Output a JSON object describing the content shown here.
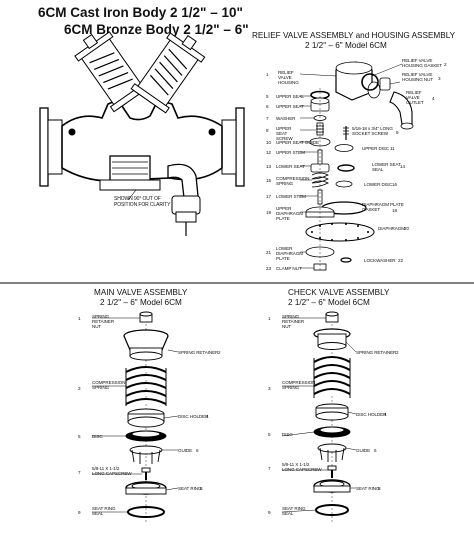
{
  "header": {
    "title_line1": "6CM Cast Iron Body  2 1/2\" – 10\"",
    "title_line2": "6CM Bronze Body  2 1/2\" – 6\""
  },
  "main_diagram": {
    "note": "SHOWN 90° OUT OF POSITION FOR CLARITY"
  },
  "relief_section": {
    "title": "RELIEF VALVE ASSEMBLY and HOUSING ASSEMBLY",
    "subtitle": "2 1/2\" – 6\" Model 6CM",
    "labels": {
      "relief_housing": "RELIEF VALVE HOUSING",
      "housing_gasket": "RELIEF VALVE HOUSING GASKET",
      "housing_nut": "RELIEF VALVE HOUSING NUT",
      "outlet": "RELIEF VALVE OUTLET",
      "upper_seal": "UPPER SEAL",
      "upper_seat": "UPPER SEAT",
      "washer": "WASHER",
      "upper_seat_screw": "UPPER SEAT SCREW",
      "socket_screw": "5/16-18 x 3/4\" LONG SOCKET SCREW",
      "upper_seat_guide": "UPPER SEAT GUIDE",
      "upper_disc": "UPPER DISC",
      "upper_stem": "UPPER STEM",
      "lower_seat": "LOWER SEAT",
      "lower_seat_seal": "LOWER SEAT SEAL",
      "compression_spring": "COMPRESSION SPRING",
      "lower_disc": "LOWER DISC",
      "lower_stem": "LOWER STEM",
      "diaphragm_plate_gasket": "DIAPHRAGM PLATE GASKET",
      "upper_diaphragm_plate": "UPPER DIAPHRAGM PLATE",
      "diaphragm": "DIAPHRAGM",
      "lower_diaphragm_plate": "LOWER DIAPHRAGM PLATE",
      "lockwasher": "LOCKWASHER",
      "clamp_nut": "CLAMP NUT"
    },
    "numbers": {
      "n1": "1",
      "n2": "2",
      "n3": "3",
      "n4": "4",
      "n5": "5",
      "n6": "6",
      "n7": "7",
      "n8": "8",
      "n9": "9",
      "n10": "10",
      "n11": "11",
      "n12": "12",
      "n13": "13",
      "n14": "14",
      "n15": "15",
      "n16": "16",
      "n17": "17",
      "n18": "18",
      "n19": "19",
      "n20": "20",
      "n21": "21",
      "n22": "22",
      "n23": "23"
    }
  },
  "main_valve_section": {
    "title": "MAIN VALVE ASSEMBLY",
    "subtitle": "2 1/2\" – 6\" Model 6CM",
    "labels": {
      "spring_retainer_nut": "SPRING RETAINER NUT",
      "spring_retainer": "SPRING RETAINER",
      "compression_spring": "COMPRESSION SPRING",
      "disc_holder": "DISC HOLDER",
      "disc": "DISC",
      "guide": "GUIDE",
      "capscrew": "5/8-11 X 1-1/2 LONG CAPSCREW",
      "seat_ring": "SEAT RING",
      "seat_ring_seal": "SEAT RING SEAL"
    },
    "numbers": {
      "n1": "1",
      "n2": "2",
      "n3": "3",
      "n4": "4",
      "n5": "5",
      "n6": "6",
      "n7": "7",
      "n8": "8",
      "n9": "9"
    }
  },
  "check_valve_section": {
    "title": "CHECK VALVE ASSEMBLY",
    "subtitle": "2 1/2\" – 6\" Model 6CM",
    "labels": {
      "spring_retainer_nut": "SPRING RETAINER NUT",
      "spring_retainer": "SPRING RETAINER",
      "compression_spring": "COMPRESSION SPRING",
      "disc_holder": "DISC HOLDER",
      "disc": "DISC",
      "guide": "GUIDE",
      "capscrew": "5/8-11 X 1-1/2 LONG CAPSCREW",
      "seat_ring": "SEAT RING",
      "seat_ring_seal": "SEAT RING SEAL"
    },
    "numbers": {
      "n1": "1",
      "n2": "2",
      "n3": "3",
      "n4": "4",
      "n5": "5",
      "n6": "6",
      "n7": "7",
      "n8": "8",
      "n9": "9"
    }
  }
}
